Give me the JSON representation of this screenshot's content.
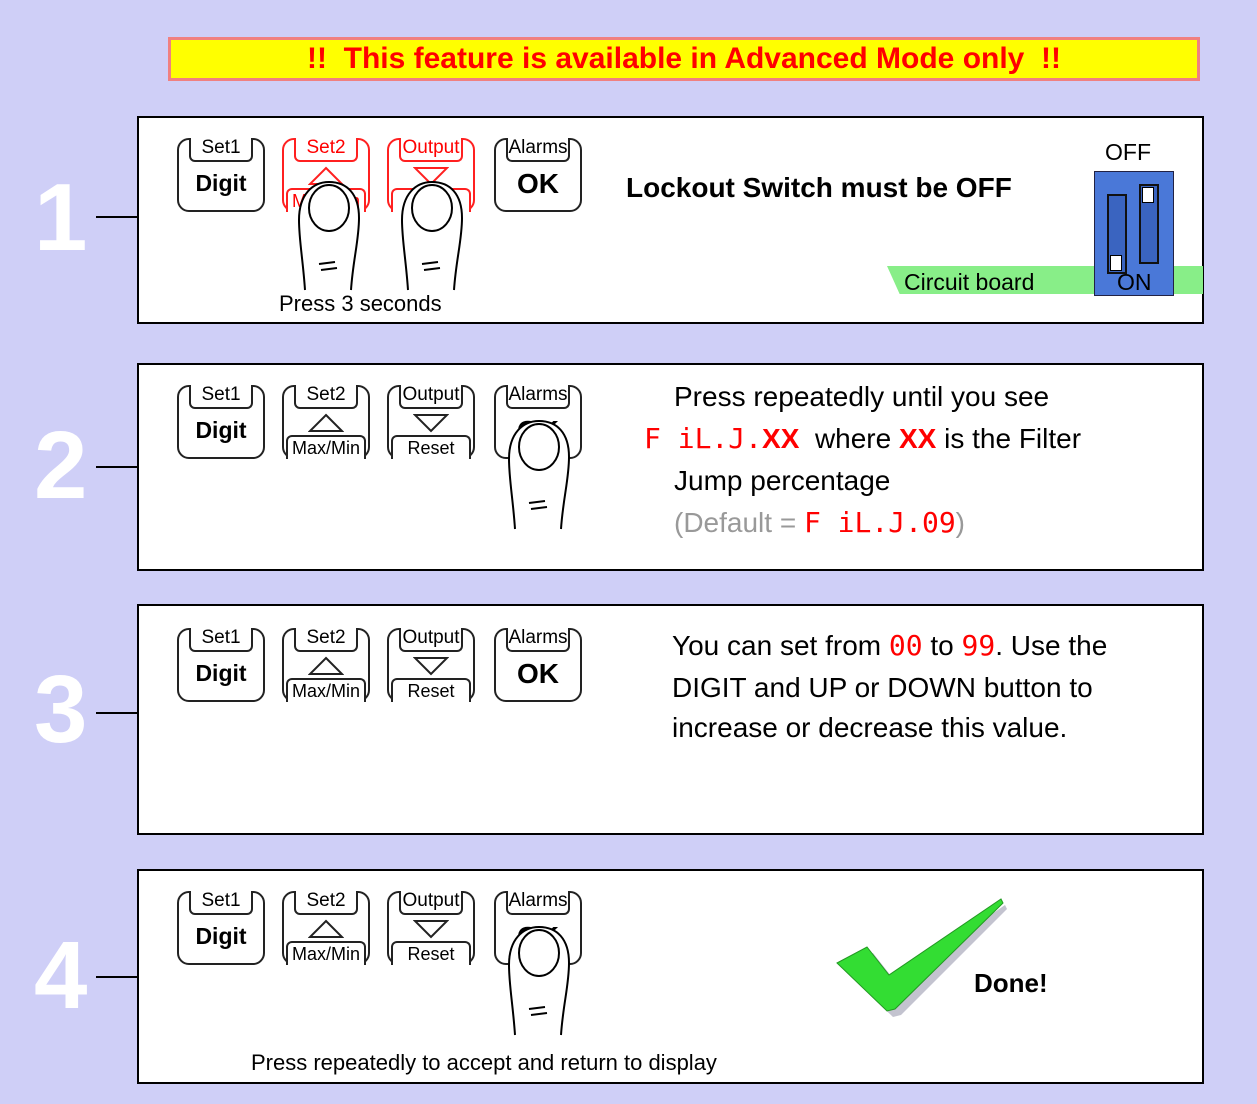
{
  "banner": {
    "text": "!!  This feature is available in Advanced Mode only  !!"
  },
  "buttons": {
    "set1": {
      "top": "Set1",
      "main": "Digit"
    },
    "set2": {
      "top": "Set2",
      "bottom": "Max/Min"
    },
    "output": {
      "top": "Output",
      "bottom": "Reset"
    },
    "alarms": {
      "top": "Alarms",
      "main": "OK"
    }
  },
  "steps": [
    {
      "number": "1",
      "instruction": "Lockout Switch must be OFF",
      "caption": "Press 3 seconds",
      "switch": {
        "off_label": "OFF",
        "on_label": "ON",
        "board_label": "Circuit board"
      }
    },
    {
      "number": "2",
      "line1": "Press repeatedly until you see",
      "code": "F iL.J.",
      "code_xx": "XX",
      "where": "where",
      "xx": "XX",
      "line2_rest": "is the Filter",
      "line3": "Jump percentage",
      "default_prefix": "(Default = ",
      "default_code": "F iL.J.09",
      "default_suffix": ")"
    },
    {
      "number": "3",
      "prefix": "You can set from",
      "from": "00",
      "to_word": "to",
      "to": "99",
      "suffix": ". Use the",
      "line2": "DIGIT and  UP or DOWN button to",
      "line3": "increase or decrease this value."
    },
    {
      "number": "4",
      "done": "Done!",
      "caption": "Press repeatedly to accept and return to display"
    }
  ],
  "colors": {
    "background": "#cfcff7",
    "banner": "#ffff00",
    "accent_red": "#ff0000",
    "check_green": "#33dd33",
    "board_green": "#88ee88"
  }
}
